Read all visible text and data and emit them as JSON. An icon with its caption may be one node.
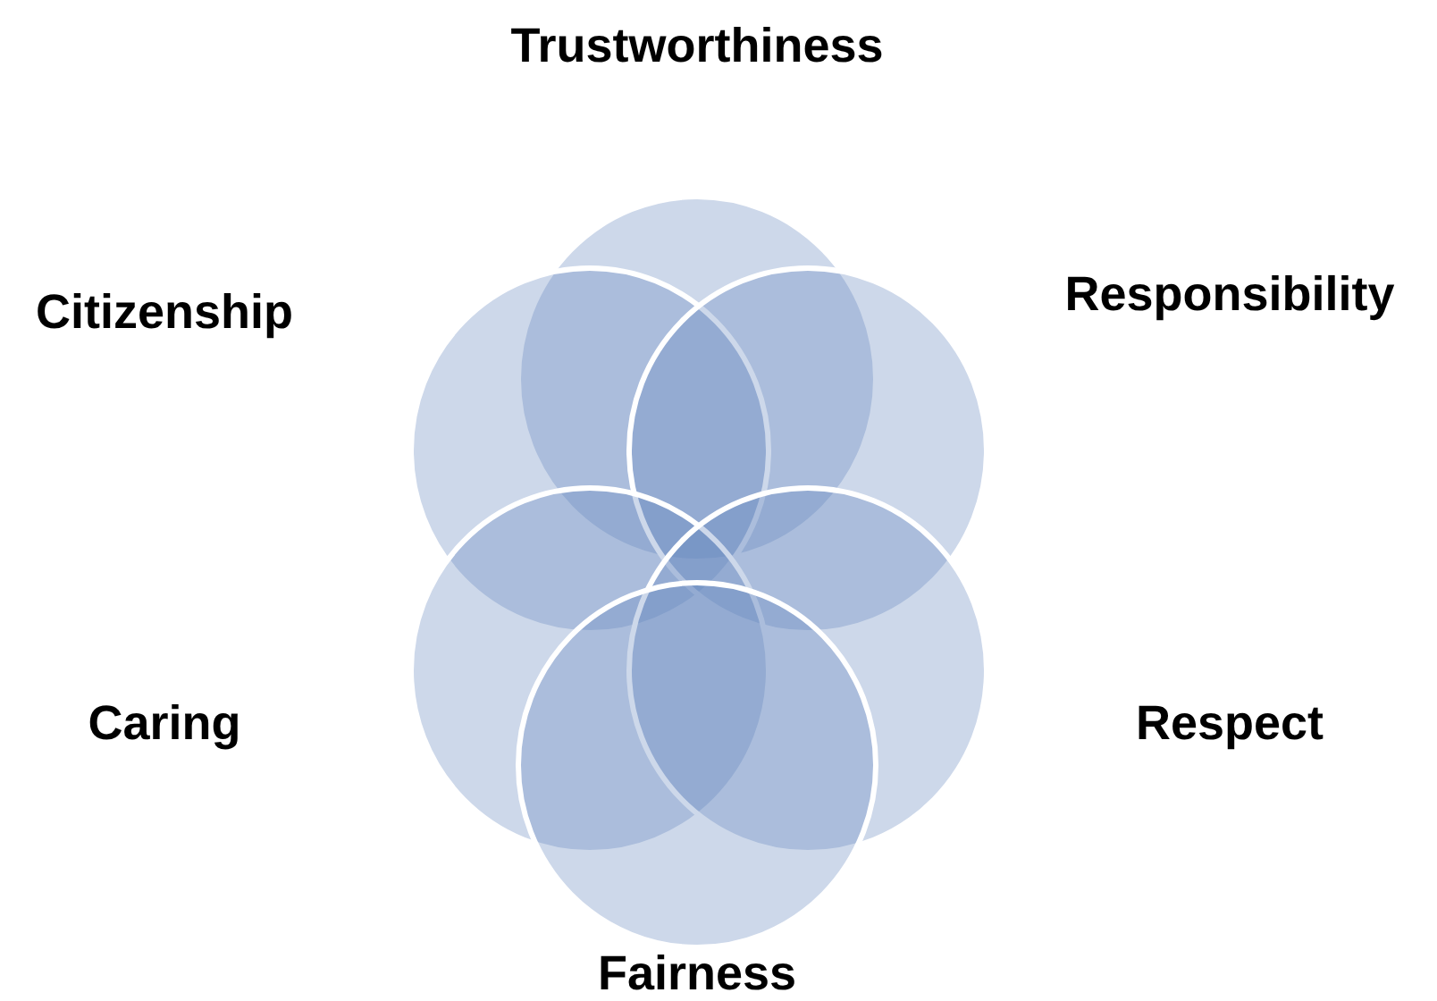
{
  "diagram": {
    "nodes": [
      {
        "text": [
          "Trustworthiness"
        ]
      },
      {
        "text": [
          "Citizenship"
        ]
      },
      {
        "text": [
          "Responsibility"
        ]
      },
      {
        "text": [
          "Caring"
        ]
      },
      {
        "text": [
          "Respect"
        ]
      },
      {
        "text": [
          "Fairness"
        ]
      }
    ]
  }
}
